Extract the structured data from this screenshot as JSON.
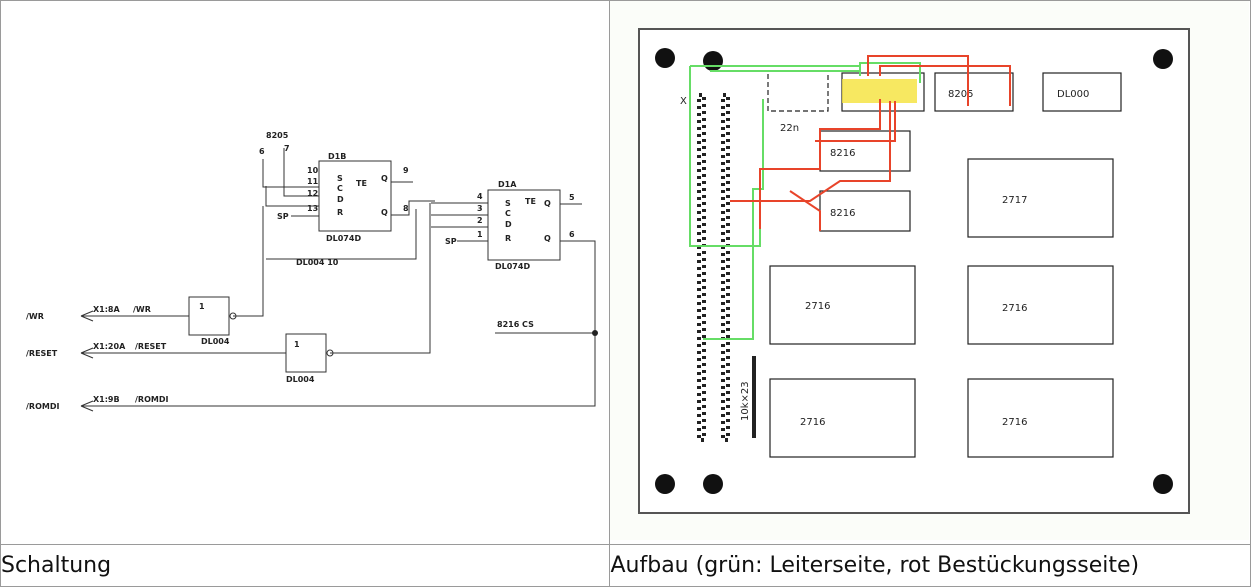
{
  "table": {
    "caption_left": "Schaltung",
    "caption_right": "Aufbau (grün: Leiterseite, rot Bestückungsseite)"
  },
  "schematic": {
    "label_8205": "8205",
    "pin6": "6",
    "pin7": "7",
    "d1b": "D1B",
    "d1a": "D1A",
    "te1": "TE",
    "te2": "TE",
    "dl074d_1": "DL074D",
    "dl074d_2": "DL074D",
    "dl004_10": "DL004  10",
    "dl004_1": "DL004",
    "dl004_2": "DL004",
    "gate_one_1": "1",
    "gate_one_2": "1",
    "sp1": "SP",
    "sp2": "SP",
    "pin10": "10",
    "pin11": "11",
    "pin12": "12",
    "pin13": "13",
    "pin9": "9",
    "pin8": "8",
    "pin4": "4",
    "pin3": "3",
    "pin2": "2",
    "pin1": "1",
    "pin5": "5",
    "pin6b": "6",
    "s1": "S",
    "c1": "C",
    "d1": "D",
    "r1": "R",
    "q1": "Q",
    "qn1": "Q",
    "s2": "S",
    "c2": "C",
    "d2": "D",
    "r2": "R",
    "q2": "Q",
    "qn2": "Q",
    "cs_label": "8216  CS",
    "wr_left": "/WR",
    "wr_conn": "X1:8A",
    "wr_sig": "/WR",
    "reset_left": "/RESET",
    "reset_conn": "X1:20A",
    "reset_sig": "/RESET",
    "romdi_left": "/ROMDI",
    "romdi_conn": "X1:9B",
    "romdi_sig": "/ROMDI"
  },
  "pcb": {
    "x_label": "X",
    "chip_8205": "8205",
    "chip_dl000": "DL000",
    "chip_8216a": "8216",
    "chip_8216b": "8216",
    "chip_2717": "2717",
    "chip_2716a": "2716",
    "chip_2716b": "2716",
    "chip_2716c": "2716",
    "chip_2716d": "2716",
    "cap_22n": "22n",
    "res_label": "10k×23"
  },
  "colors": {
    "green_trace": "#66dd66",
    "red_trace": "#e8442a",
    "highlight": "#f5e23a"
  }
}
